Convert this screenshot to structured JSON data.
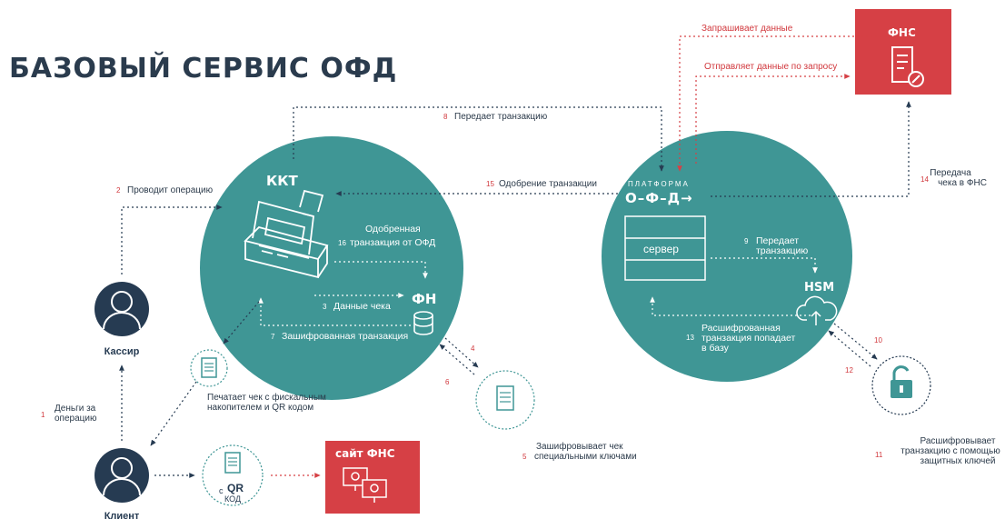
{
  "title": "БАЗОВЫЙ СЕРВИС ОФД",
  "colors": {
    "teal": "#3f9695",
    "navy": "#263b52",
    "red": "#d64045",
    "text": "#2b3a4a"
  },
  "kkt": {
    "label": "ККТ",
    "fn_label": "ФН",
    "approved_line1": "Одобренная",
    "approved_line2": "транзакция от ОФД",
    "approved_num": "16",
    "data_num": "3",
    "data_text": "Данные чека",
    "encrypted_num": "7",
    "encrypted_text": "Зашифрованная транзакция"
  },
  "platform": {
    "top_label": "ПЛАТФОРМА",
    "logo_text": "О–Ф–Д→",
    "server_label": "сервер",
    "hsm_label": "HSM",
    "pass_num": "9",
    "pass_line1": "Передает",
    "pass_line2": "транзакцию",
    "decrypted_num": "13",
    "decrypted_line1": "Расшифрованная",
    "decrypted_line2": "транзакция попадает",
    "decrypted_line3": "в базу"
  },
  "fns": {
    "label": "ФНС",
    "request_text": "Запрашивает данные",
    "send_text": "Отправляет данные по запросу"
  },
  "site_fns": {
    "label": "сайт ФНС"
  },
  "steps": {
    "s1_num": "1",
    "s1_line1": "Деньги за",
    "s1_line2": "операцию",
    "s2_num": "2",
    "s2_text": "Проводит операцию",
    "s4_num": "4",
    "s5_num": "5",
    "s5_line1": "Зашифровывает чек",
    "s5_line2": "специальными ключами",
    "s6_num": "6",
    "s8_num": "8",
    "s8_text": "Передает транзакцию",
    "s10_num": "10",
    "s11_num": "11",
    "s11_line1": "Расшифровывает",
    "s11_line2": "транзакцию с помощью",
    "s11_line3": "защитных ключей",
    "s12_num": "12",
    "s14_num": "14",
    "s14_line1": "Передача",
    "s14_line2": "чека в ФНС",
    "s15_num": "15",
    "s15_text": "Одобрение транзакции",
    "print_line1": "Печатает чек с фискальным",
    "print_line2": "накопителем и QR кодом"
  },
  "people": {
    "cashier": "Кассир",
    "client": "Клиент"
  },
  "qr": {
    "prefix": "с",
    "qr_text": "QR",
    "kod_text": "КОД"
  }
}
